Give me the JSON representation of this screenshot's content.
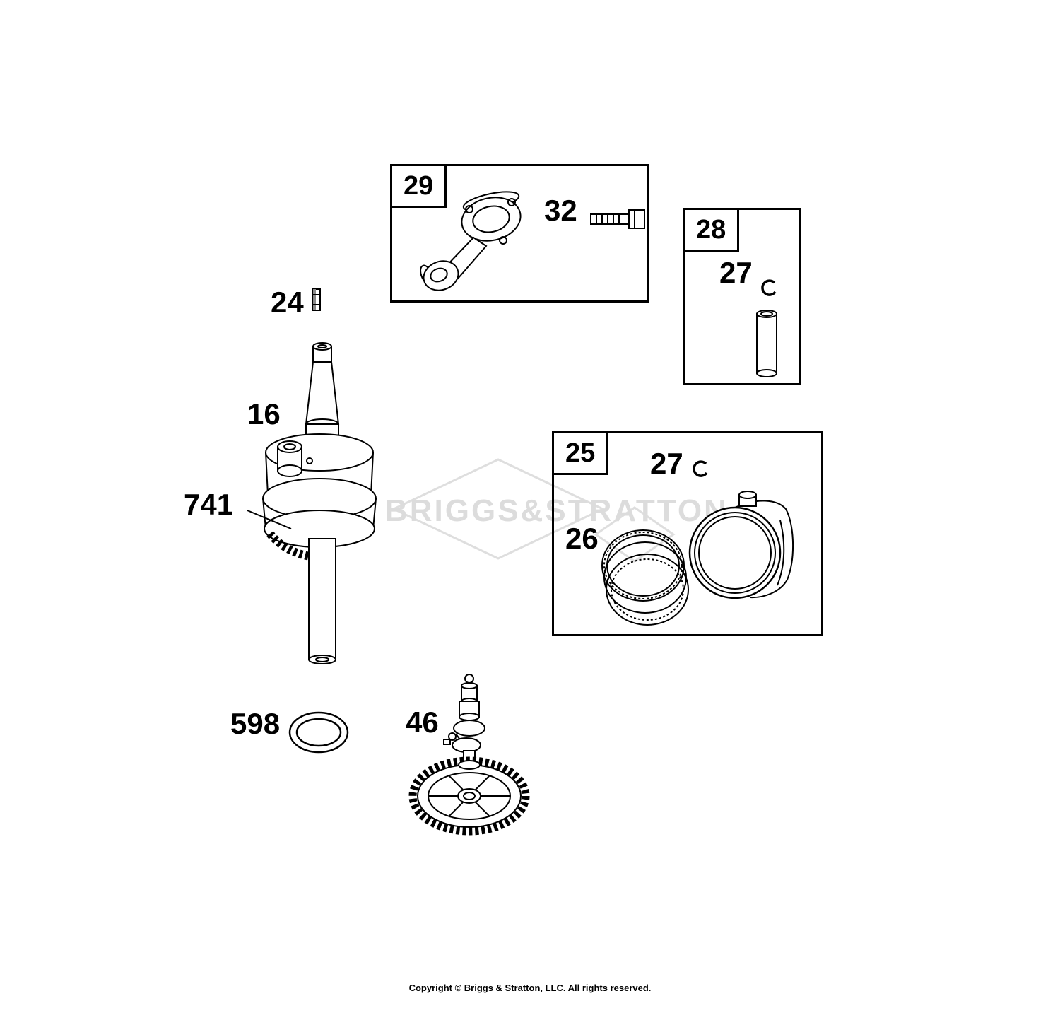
{
  "callouts": {
    "group29": "29",
    "bolt32": "32",
    "group28": "28",
    "pin_clip27": "27",
    "key24": "24",
    "crankshaft16": "16",
    "timing_gear741": "741",
    "group25": "25",
    "piston_clip27": "27",
    "rings26": "26",
    "oring598": "598",
    "camshaft46": "46"
  },
  "watermark": {
    "text": "BRIGGS&STRATTON"
  },
  "footer": {
    "copyright": "Copyright © Briggs & Stratton, LLC. All rights reserved."
  }
}
